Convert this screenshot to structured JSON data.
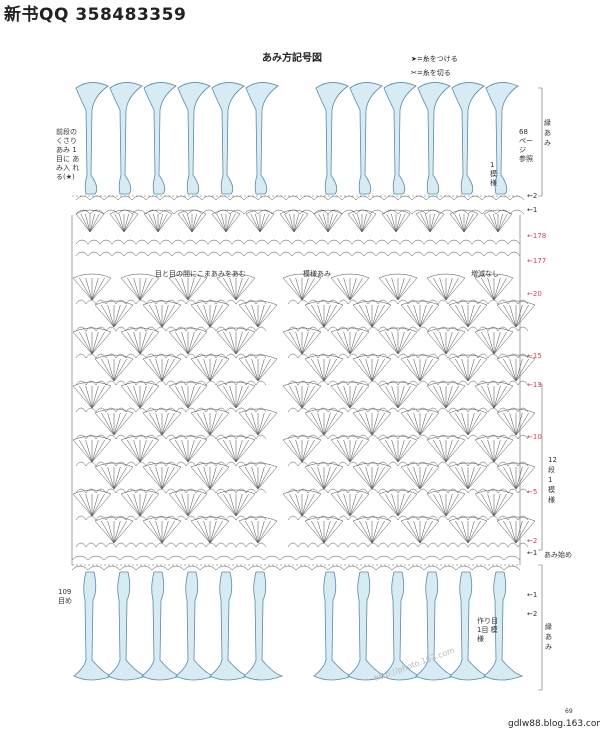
{
  "header": {
    "qq": "新书QQ 358483359"
  },
  "chart": {
    "title": "あみ方記号図"
  },
  "legend": {
    "attach": "=糸をつける",
    "cut": "=糸を切る"
  },
  "annotations": {
    "left_top_note": "前段の くさりあみ 1目に あみ入 れる(★)",
    "ref_page": "68 ページ 参照",
    "one_pattern": "1 模様",
    "edge_top": "縁あみ",
    "mid_left": "目と目の間にこまあみをあむ",
    "mid_center": "模様あみ",
    "mid_right": "増減なし",
    "right_span": "12段1模様",
    "start": "あみ始め",
    "left_bottom": "109 目め",
    "start_bottom": "作り目 1目 模様",
    "edge_bottom": "縁あみ",
    "footer_url": "gdlw88.blog.163.com",
    "page_num": "69",
    "watermark": "http://photo.163.com"
  },
  "row_labels": [
    {
      "text": "2",
      "red": false
    },
    {
      "text": "1",
      "red": false
    },
    {
      "text": "178",
      "red": true
    },
    {
      "text": "177",
      "red": true
    },
    {
      "text": "20",
      "red": true
    },
    {
      "text": "15",
      "red": true
    },
    {
      "text": "13",
      "red": true
    },
    {
      "text": "10",
      "red": true
    },
    {
      "text": "5",
      "red": true
    },
    {
      "text": "2",
      "red": true
    },
    {
      "text": "1",
      "red": false
    },
    {
      "text": "1",
      "red": false
    },
    {
      "text": "2",
      "red": false
    }
  ],
  "colors": {
    "fringe_fill": "#d7ebf5",
    "fringe_stroke": "#5a8aa6",
    "stitch": "#4a4a4a",
    "red": "#d0405a"
  }
}
